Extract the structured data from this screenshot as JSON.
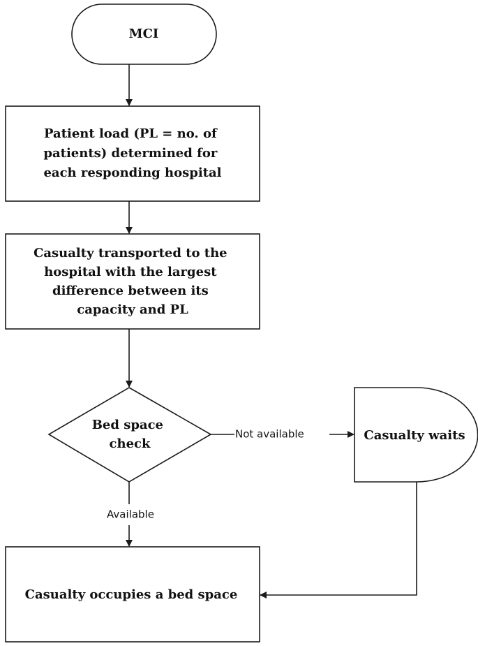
{
  "nodes": {
    "mci": {
      "lines": [
        "MCI"
      ]
    },
    "patient_load": {
      "lines": [
        "Patient load (PL = no. of",
        "patients) determined for",
        "each responding hospital"
      ]
    },
    "transport": {
      "lines": [
        "Casualty transported to the",
        "hospital with the largest",
        "difference between its",
        "capacity and PL"
      ]
    },
    "bed_check": {
      "lines": [
        "Bed space",
        "check"
      ]
    },
    "waits": {
      "lines": [
        "Casualty waits"
      ]
    },
    "occupies": {
      "lines": [
        "Casualty occupies a bed space"
      ]
    }
  },
  "edges": {
    "not_available": "Not available",
    "available": "Available"
  }
}
